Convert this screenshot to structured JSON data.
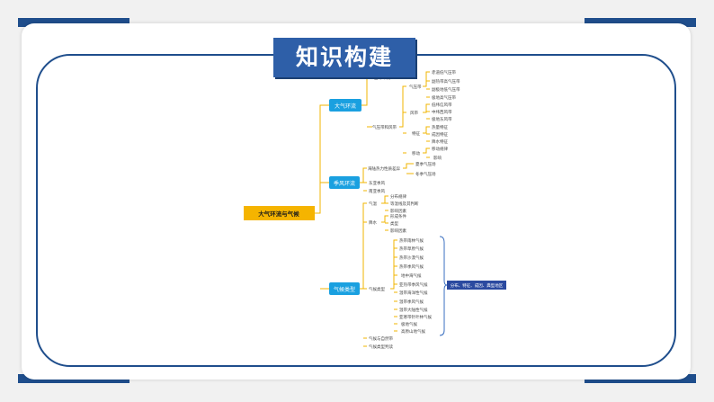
{
  "title": "知识构建",
  "root": "大气环流与气候",
  "branch1": {
    "label": "大气环流",
    "partial_top": [
      "…",
      "…"
    ],
    "global_wind": "全球环流",
    "sub": "气压带和风带",
    "pressure_belt": "气压带",
    "pressure_items": [
      "赤道低气压带",
      "副热带高气压带",
      "副极地低气压带",
      "极地高气压带"
    ],
    "wind_belt": "风带",
    "wind_items": [
      "低纬信风带",
      "中纬西风带",
      "极地东风带"
    ],
    "feature": "特征",
    "feature_items": [
      "热量特征",
      "成因特征",
      "降水特征"
    ],
    "move": "移动",
    "move_items": [
      "移动规律",
      "影响"
    ]
  },
  "branch2": {
    "label": "季风环流",
    "sub1": "海陆热力性质差异",
    "sub1_items": [
      "夏季气压场",
      "冬季气压场"
    ],
    "sub2": "东亚季风",
    "sub3": "南亚季风"
  },
  "branch3": {
    "label": "气候类型",
    "temp": "气温",
    "temp_items": [
      "分布规律",
      "等温线及其判断",
      "影响因素"
    ],
    "rain": "降水",
    "rain_items": [
      "形成条件",
      "类型",
      "影响因素"
    ],
    "type": "气候类型",
    "climate_items": [
      "热带雨林气候",
      "热带草原气候",
      "热带沙漠气候",
      "热带季风气候",
      "地中海气候",
      "亚热带季风气候",
      "温带海洋性气候",
      "温带季风气候",
      "温带大陆性气候",
      "亚寒带针叶林气候",
      "极地气候",
      "高原山地气候"
    ],
    "summary": "分布、特征、成因、典型地区",
    "sub4": "气候与自然带",
    "sub5": "气候类型判读"
  }
}
